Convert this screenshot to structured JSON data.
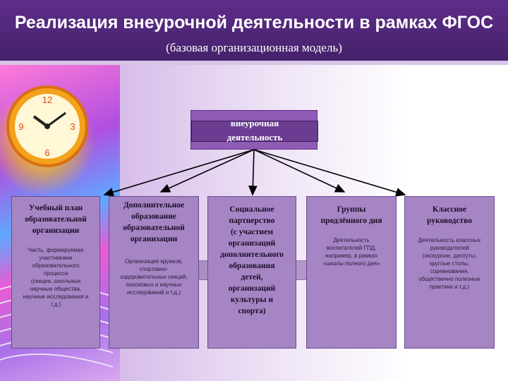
{
  "title": "Реализация внеурочной деятельности в рамках ФГОС",
  "subtitle": "(базовая организационная модель)",
  "root": {
    "line1": "внеурочная",
    "line2": "деятельность"
  },
  "columns": [
    {
      "title": [
        "Учебный план",
        "образовательной",
        "организации"
      ],
      "desc": [
        "Часть, формируемая",
        "участниками",
        "образовательного",
        "процесса",
        "(секции, школьные",
        "научные общества,",
        "научные исследования и",
        "т.д.)"
      ]
    },
    {
      "title": [
        "Дополнительное",
        "образование",
        "образовательной",
        "организации"
      ],
      "desc": [
        "Организация кружков,",
        "спортивно-",
        "оздоровительных секций,",
        "поисковых и научных",
        "исследований и т.д.)"
      ]
    },
    {
      "title": [
        "Социальное",
        "партнерство",
        "(с участием",
        "организаций",
        "дополнительного",
        "образования",
        "детей,",
        "организаций",
        "культуры и",
        "спорта)"
      ],
      "desc": []
    },
    {
      "title": [
        "Группы",
        "продлённого дня"
      ],
      "desc": [
        "Деятельность",
        "воспитателей ГПД,",
        "например, в рамках",
        "«школы полного дня»"
      ]
    },
    {
      "title": [
        "Классное",
        "руководство"
      ],
      "desc": [
        "Деятельность классных",
        "руководителей",
        "(экскурсии, диспуты,",
        "круглые столы,",
        "соревнования,",
        "общественно полезные",
        "практики и т.д.)"
      ]
    }
  ],
  "colors": {
    "titlebar": "#4f2576",
    "box": "#a585c4",
    "root": "#8e5cb4",
    "arrow": "#000000"
  },
  "icons": [
    "clock-icon",
    "books-icon"
  ]
}
